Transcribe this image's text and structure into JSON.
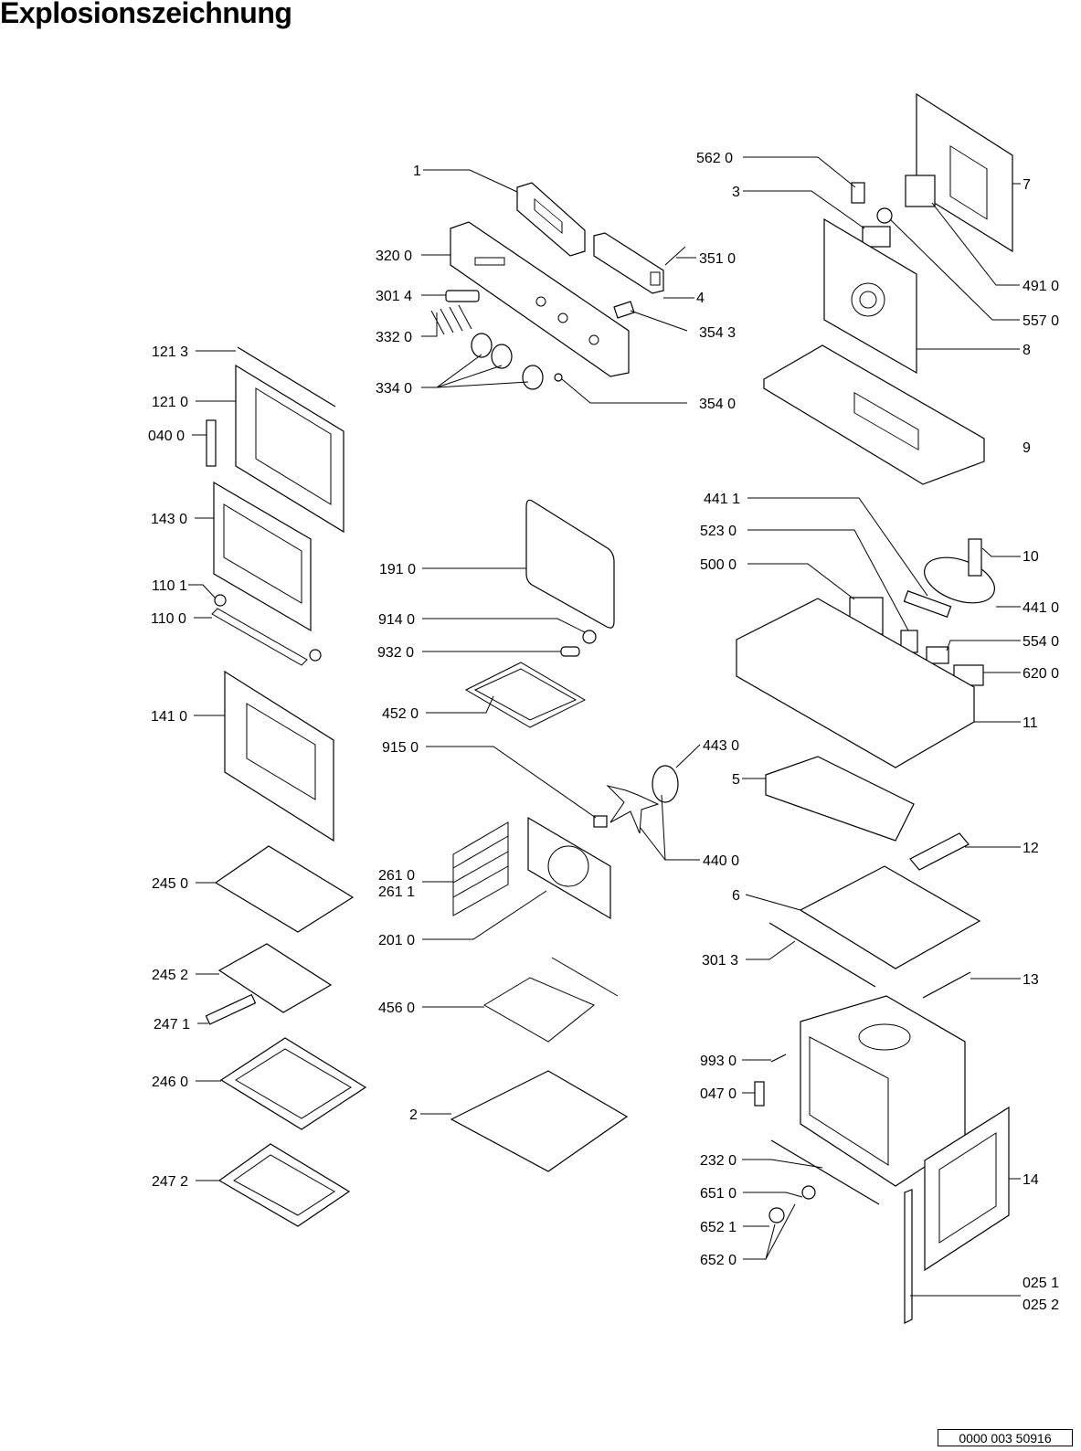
{
  "title": "Explosionszeichnung",
  "document_number": "0000 003 50916",
  "callouts": [
    {
      "id": "p1",
      "text": "1"
    },
    {
      "id": "p3200",
      "text": "320 0"
    },
    {
      "id": "p3014",
      "text": "301 4"
    },
    {
      "id": "p3320",
      "text": "332 0"
    },
    {
      "id": "p3340",
      "text": "334 0"
    },
    {
      "id": "p3510",
      "text": "351 0"
    },
    {
      "id": "p4",
      "text": "4"
    },
    {
      "id": "p3543",
      "text": "354 3"
    },
    {
      "id": "p3540",
      "text": "354 0"
    },
    {
      "id": "p5620",
      "text": "562 0"
    },
    {
      "id": "p3",
      "text": "3"
    },
    {
      "id": "p7",
      "text": "7"
    },
    {
      "id": "p4910",
      "text": "491 0"
    },
    {
      "id": "p5570",
      "text": "557 0"
    },
    {
      "id": "p8",
      "text": "8"
    },
    {
      "id": "p9",
      "text": "9"
    },
    {
      "id": "p1213",
      "text": "121 3"
    },
    {
      "id": "p1210",
      "text": "121 0"
    },
    {
      "id": "p0400",
      "text": "040 0"
    },
    {
      "id": "p1430",
      "text": "143 0"
    },
    {
      "id": "p1101",
      "text": "110 1"
    },
    {
      "id": "p1100",
      "text": "110 0"
    },
    {
      "id": "p1410",
      "text": "141 0"
    },
    {
      "id": "p2450",
      "text": "245 0"
    },
    {
      "id": "p2452",
      "text": "245 2"
    },
    {
      "id": "p2471",
      "text": "247 1"
    },
    {
      "id": "p2460",
      "text": "246 0"
    },
    {
      "id": "p2472",
      "text": "247 2"
    },
    {
      "id": "p1910",
      "text": "191 0"
    },
    {
      "id": "p9140",
      "text": "914 0"
    },
    {
      "id": "p9320",
      "text": "932 0"
    },
    {
      "id": "p4520",
      "text": "452 0"
    },
    {
      "id": "p9150",
      "text": "915 0"
    },
    {
      "id": "p2610",
      "text": "261 0"
    },
    {
      "id": "p2611",
      "text": "261 1"
    },
    {
      "id": "p2010",
      "text": "201 0"
    },
    {
      "id": "p4560",
      "text": "456 0"
    },
    {
      "id": "p2",
      "text": "2"
    },
    {
      "id": "p4411",
      "text": "441 1"
    },
    {
      "id": "p5230",
      "text": "523 0"
    },
    {
      "id": "p5000",
      "text": "500 0"
    },
    {
      "id": "p10",
      "text": "10"
    },
    {
      "id": "p4410",
      "text": "441 0"
    },
    {
      "id": "p5540",
      "text": "554 0"
    },
    {
      "id": "p6200",
      "text": "620 0"
    },
    {
      "id": "p11",
      "text": "11"
    },
    {
      "id": "p4430",
      "text": "443 0"
    },
    {
      "id": "p5",
      "text": "5"
    },
    {
      "id": "p4400",
      "text": "440 0"
    },
    {
      "id": "p12",
      "text": "12"
    },
    {
      "id": "p6",
      "text": "6"
    },
    {
      "id": "p3013",
      "text": "301 3"
    },
    {
      "id": "p13",
      "text": "13"
    },
    {
      "id": "p9930",
      "text": "993 0"
    },
    {
      "id": "p0470",
      "text": "047 0"
    },
    {
      "id": "p2320",
      "text": "232 0"
    },
    {
      "id": "p14",
      "text": "14"
    },
    {
      "id": "p6510",
      "text": "651 0"
    },
    {
      "id": "p6521",
      "text": "652 1"
    },
    {
      "id": "p6520",
      "text": "652 0"
    },
    {
      "id": "p0251",
      "text": "025 1"
    },
    {
      "id": "p0252",
      "text": "025 2"
    }
  ]
}
